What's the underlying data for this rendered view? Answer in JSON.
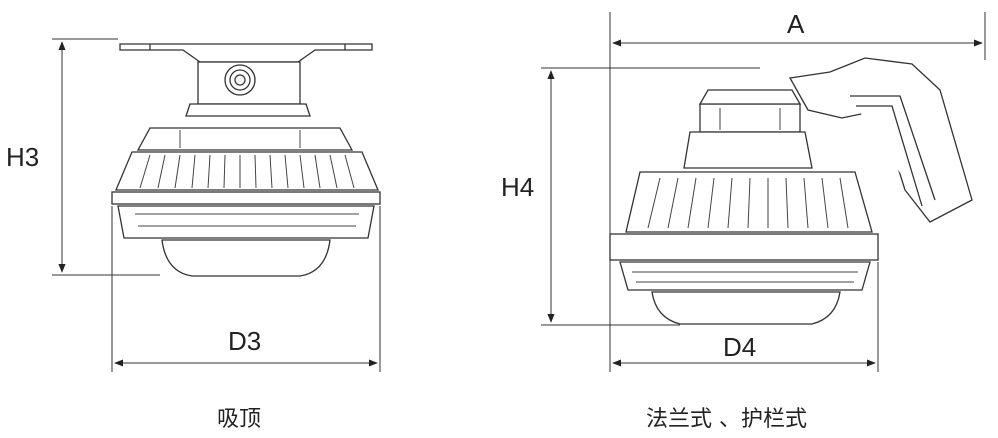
{
  "left_figure": {
    "height_label": "H3",
    "width_label": "D3",
    "caption": "吸顶"
  },
  "right_figure": {
    "overall_width_label": "A",
    "height_label": "H4",
    "width_label": "D4",
    "caption": "法兰式 、护栏式"
  }
}
